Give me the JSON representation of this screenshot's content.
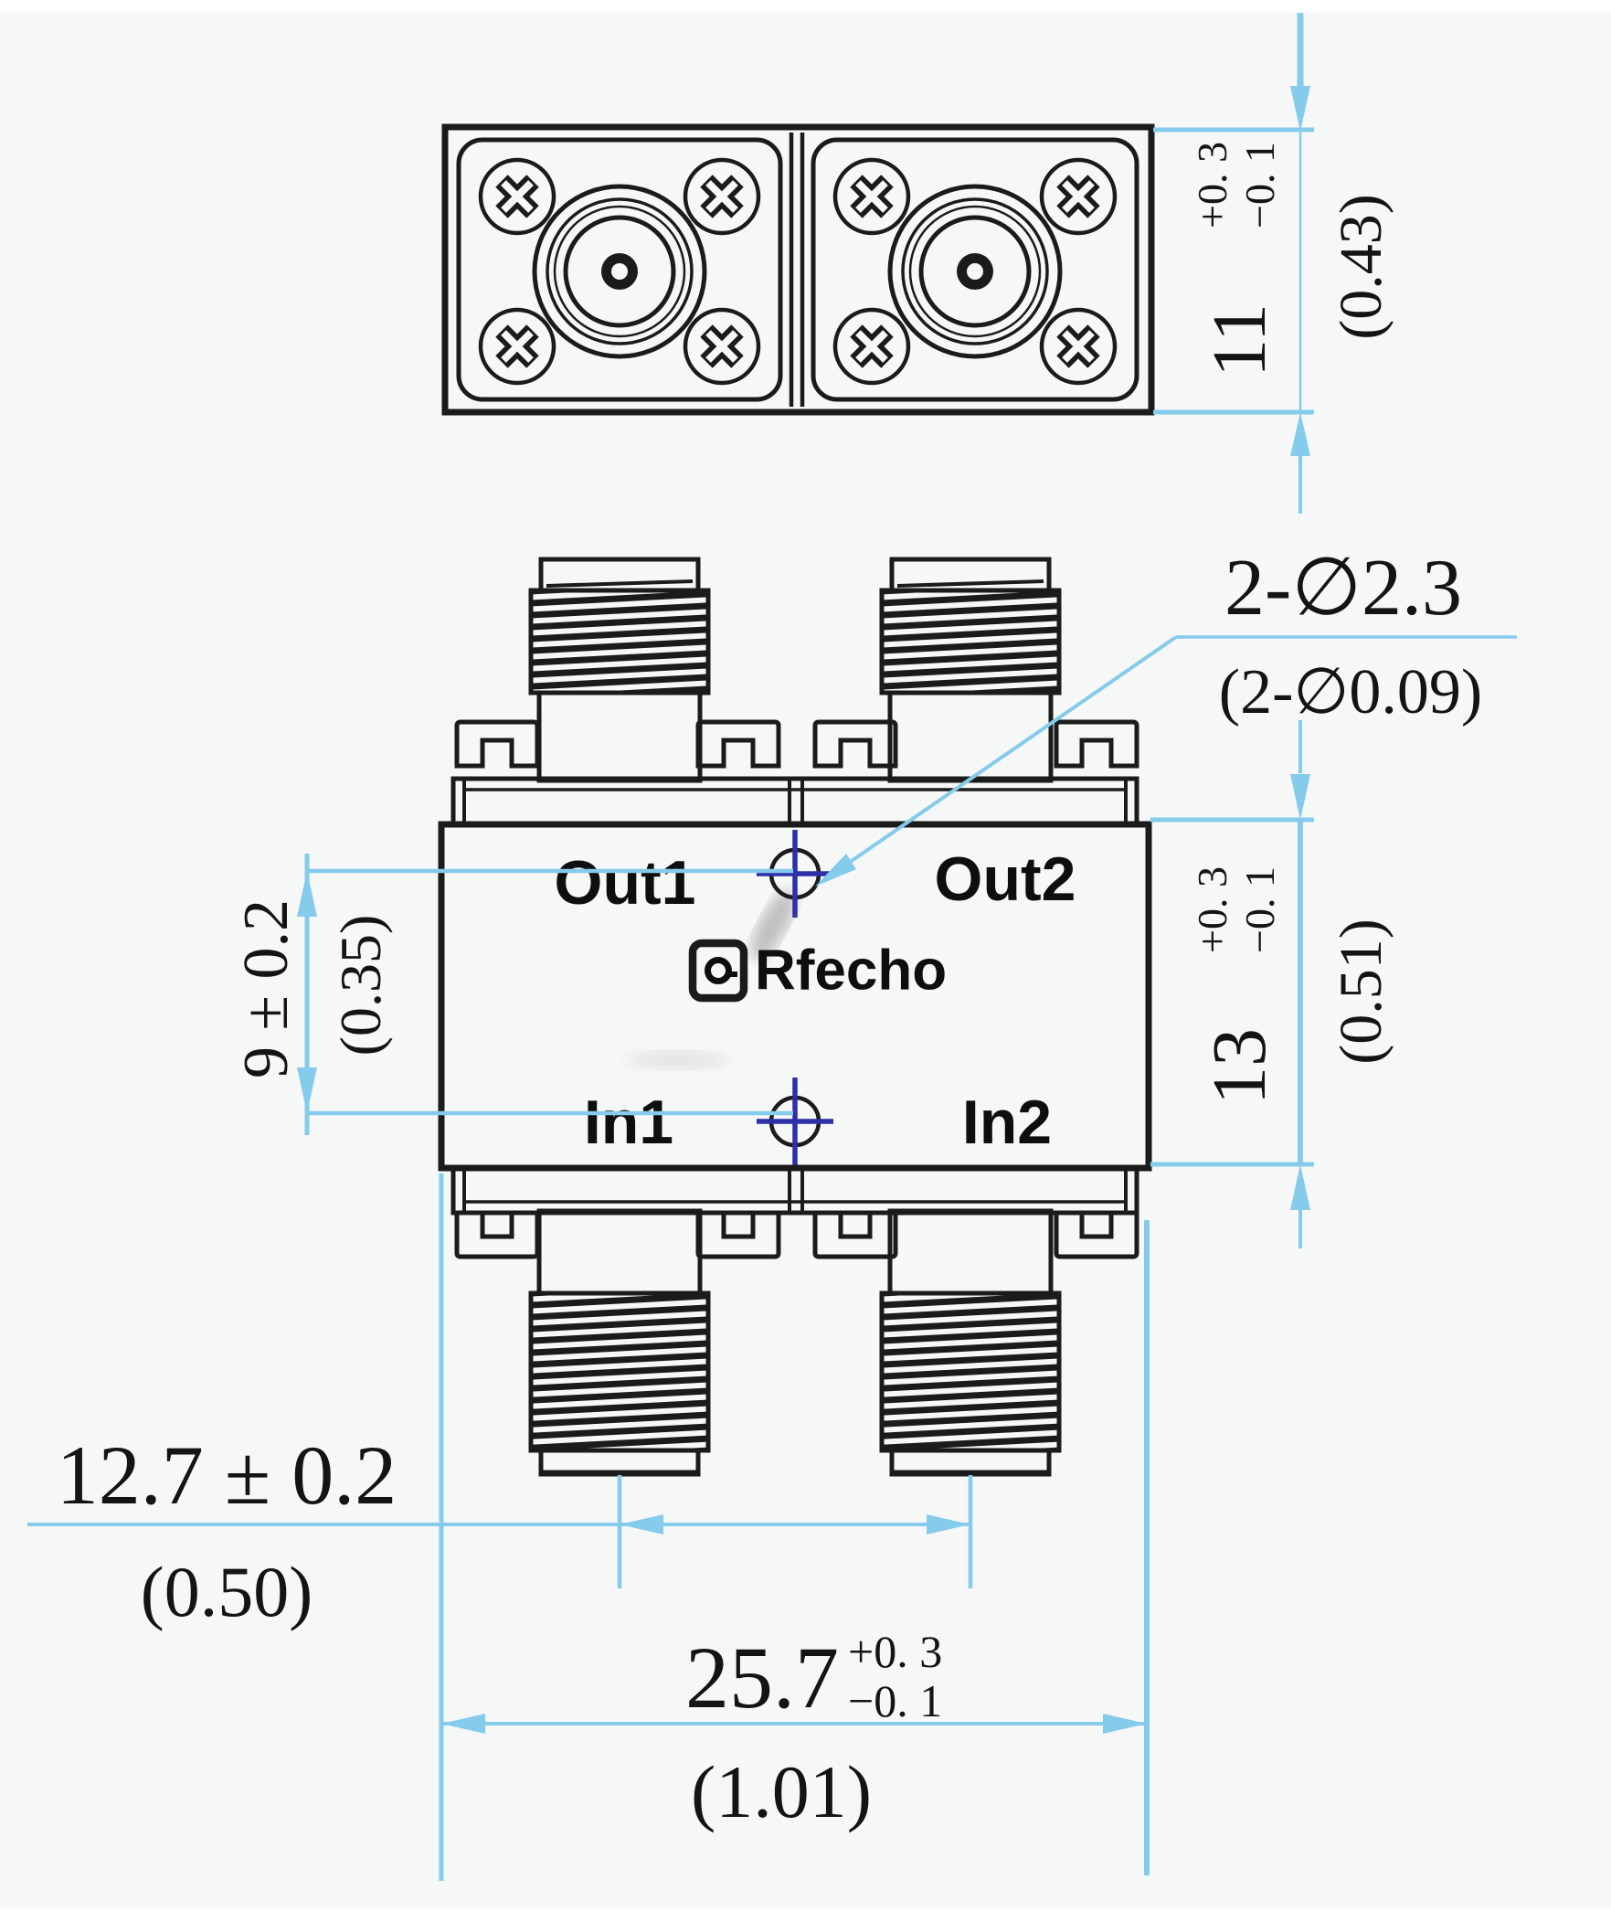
{
  "title": "RF coupler outline drawing (2 views)",
  "watermark": {
    "brand": "Rfecho"
  },
  "ports": {
    "out1": "Out1",
    "out2": "Out2",
    "in1": "In1",
    "in2": "In2"
  },
  "dims": {
    "top_height": {
      "mm": "11",
      "tol_plus": "+0. 3",
      "tol_minus": "−0. 1",
      "inch": "(0.43)"
    },
    "holes": {
      "mm": "2-∅2.3",
      "inch": "(2-∅0.09)"
    },
    "row_pitch": {
      "mm": "9 ± 0.2",
      "inch": "(0.35)"
    },
    "body_height": {
      "mm": "13",
      "tol_plus": "+0. 3",
      "tol_minus": "−0. 1",
      "inch": "(0.51)"
    },
    "port_pitch": {
      "mm": "12.7 ± 0.2",
      "inch": "(0.50)"
    },
    "overall_width": {
      "mm": "25.7",
      "tol_plus": "+0. 3",
      "tol_minus": "−0. 1",
      "inch": "(1.01)"
    }
  },
  "colors": {
    "dimension_lines": "#85cbeb",
    "drawing_ink": "#1b1b1b",
    "hole_crosshair": "#2f2fa8",
    "background": "#f6f7f7"
  }
}
